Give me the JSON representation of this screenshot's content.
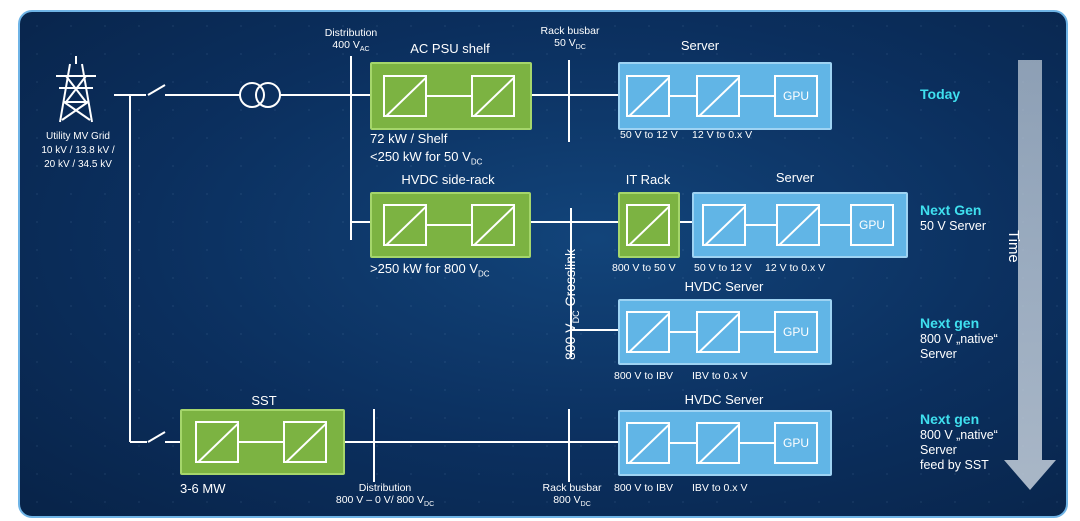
{
  "labels": {
    "distribution_top_1": "Distribution",
    "distribution_top_2": "400 V",
    "distribution_top_sub": "AC",
    "rack_busbar_top_1": "Rack busbar",
    "rack_busbar_top_2": "50 V",
    "rack_busbar_top_sub": "DC",
    "utility_1": "Utility MV Grid",
    "utility_2": "10 kV / 13.8 kV /",
    "utility_3": "20 kV / 34.5 kV",
    "ac_psu_title": "AC PSU shelf",
    "shelf_power": "72 kW / Shelf",
    "shelf_limit": "<250 kW for 50 V",
    "shelf_limit_sub": "DC",
    "server_1_title": "Server",
    "hvdc_siderack_title": "HVDC side-rack",
    "siderack_power": ">250 kW for 800 V",
    "siderack_power_sub": "DC",
    "it_rack_title": "IT Rack",
    "server_2_title": "Server",
    "hvdc_server_1_title": "HVDC Server",
    "hvdc_server_2_title": "HVDC Server",
    "crosslink_a": "800 V",
    "crosslink_sub": "DC",
    "crosslink_b": " Crosslink",
    "sst_title": "SST",
    "sst_power": "3-6 MW",
    "distribution_bottom_1": "Distribution",
    "distribution_bottom_2": "800 V – 0 V/ 800 V",
    "distribution_bottom_sub": "DC",
    "rack_busbar_bottom_1": "Rack busbar",
    "rack_busbar_bottom_2": "800 V",
    "rack_busbar_bottom_sub": "DC",
    "time": "Time"
  },
  "conversions": {
    "row1_a": "50 V to 12 V",
    "row1_b": "12 V to 0.x V",
    "row2_a": "800 V to 50 V",
    "row2_b": "50 V to 12 V",
    "row2_c": "12 V to 0.x V",
    "row3_a": "800 V to IBV",
    "row3_b": "IBV to 0.x V",
    "row4_a": "800 V to IBV",
    "row4_b": "IBV to 0.x V"
  },
  "gpu_label": "GPU",
  "generations": {
    "today": "Today",
    "next_gen_1_title": "Next Gen",
    "next_gen_1_desc": "50 V Server",
    "next_gen_2_title": "Next gen",
    "next_gen_2_desc_1": "800 V „native“",
    "next_gen_2_desc_2": "Server",
    "next_gen_3_title": "Next gen",
    "next_gen_3_desc_1": "800 V „native“",
    "next_gen_3_desc_2": "Server",
    "next_gen_3_desc_3": "feed by SST"
  },
  "colors": {
    "background": "#0b2f5e",
    "converter_green": "#7cb342",
    "converter_blue": "#61b5e6",
    "accent_cyan": "#3fe0ef",
    "border": "#6fb4e6"
  },
  "icons": [
    "transmission-tower-icon",
    "transformer-icon",
    "switch-icon",
    "down-arrow-icon"
  ]
}
